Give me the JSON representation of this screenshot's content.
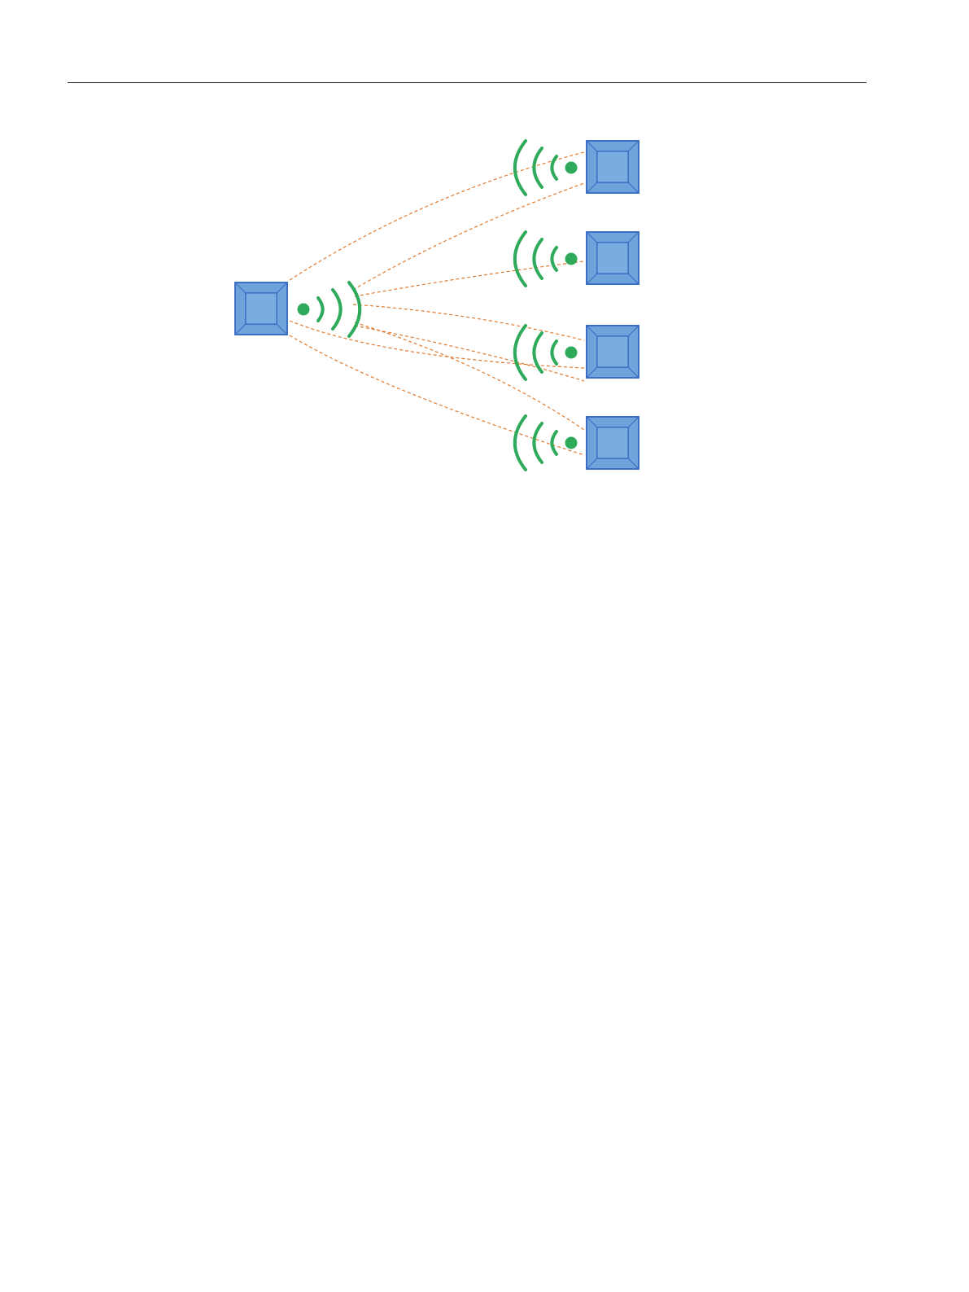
{
  "diagram": {
    "type": "wireless-broadcast",
    "colors": {
      "device_fill": "#6fa3dc",
      "device_stroke": "#3a6fc4",
      "signal": "#2eaa5a",
      "link": "#e07a2e",
      "rule": "#2b2b2b"
    },
    "icons": {
      "device": "square-device-icon",
      "signal": "wifi-signal-icon"
    },
    "transmitter": {
      "id": "tx",
      "signal_direction": "right"
    },
    "receivers": [
      {
        "id": "rx1",
        "signal_direction": "left"
      },
      {
        "id": "rx2",
        "signal_direction": "left"
      },
      {
        "id": "rx3",
        "signal_direction": "left"
      },
      {
        "id": "rx4",
        "signal_direction": "left"
      }
    ],
    "links": [
      {
        "from": "tx",
        "to": "rx1"
      },
      {
        "from": "tx",
        "to": "rx1"
      },
      {
        "from": "tx",
        "to": "rx2"
      },
      {
        "from": "tx",
        "to": "rx3"
      },
      {
        "from": "tx",
        "to": "rx3"
      },
      {
        "from": "tx",
        "to": "rx3"
      },
      {
        "from": "tx",
        "to": "rx4"
      },
      {
        "from": "tx",
        "to": "rx4"
      }
    ],
    "line_style": "dashed"
  }
}
